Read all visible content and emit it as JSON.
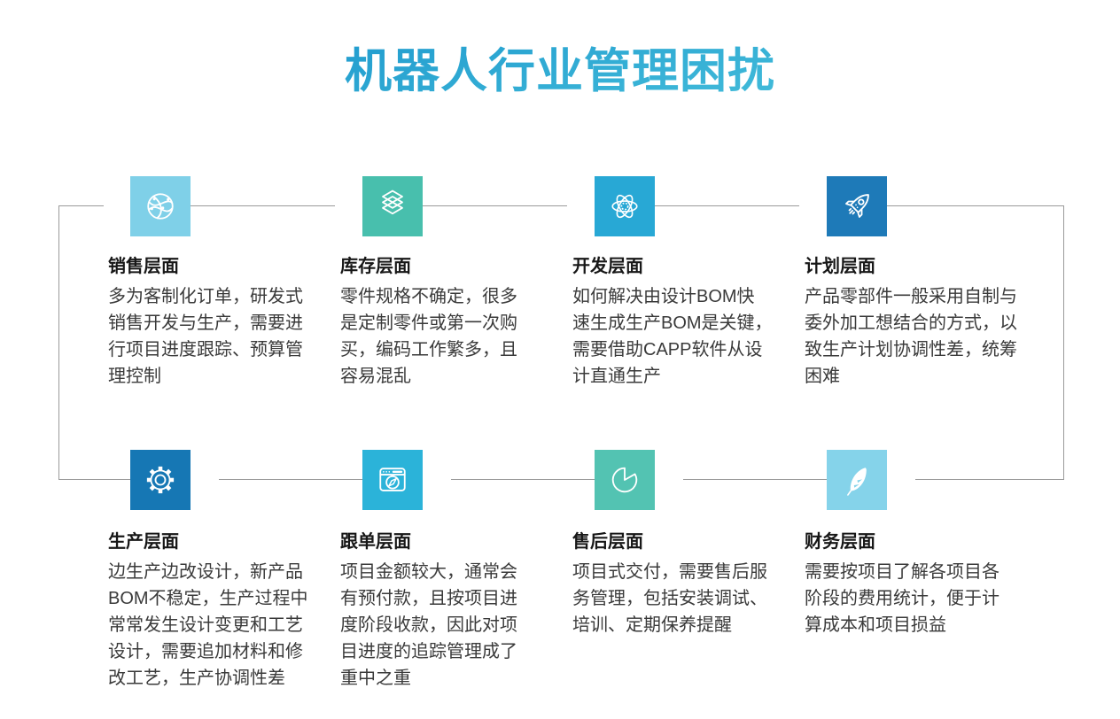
{
  "page": {
    "title": "机器人行业管理困扰",
    "background": "#ffffff",
    "connector_color": "#9a9a9a",
    "title_gradient_start": "#1792cb",
    "title_gradient_end": "#4cc5dd"
  },
  "cards": [
    {
      "heading": "销售层面",
      "icon": "network-globe-icon",
      "color": "#7FD0E8",
      "body": "多为客制化订单，研发式\n销售开发与生产，需要进\n行项目进度跟踪、预算管\n理控制"
    },
    {
      "heading": "库存层面",
      "icon": "layers-icon",
      "color": "#48BFAD",
      "body": "零件规格不确定，很多\n是定制零件或第一次购\n买，编码工作繁多，且\n容易混乱"
    },
    {
      "heading": "开发层面",
      "icon": "atom-icon",
      "color": "#28A8D5",
      "body": "如何解决由设计BOM快\n速生成生产BOM是关键，\n需要借助CAPP软件从设\n计直通生产"
    },
    {
      "heading": "计划层面",
      "icon": "rocket-icon",
      "color": "#1E7AB8",
      "body": "产品零部件一般采用自制与\n委外加工想结合的方式，以\n致生产计划协调性差，统筹\n困难"
    },
    {
      "heading": "生产层面",
      "icon": "gear-icon",
      "color": "#1677B4",
      "body": "边生产边改设计，新产品\nBOM不稳定，生产过程中\n常常发生设计变更和工艺\n设计，需要追加材料和修\n改工艺，生产协调性差"
    },
    {
      "heading": "跟单层面",
      "icon": "browser-compass-icon",
      "color": "#2BB3D9",
      "body": "项目金额较大，通常会\n有预付款，且按项目进\n度阶段收款，因此对项\n目进度的追踪管理成了\n重中之重"
    },
    {
      "heading": "售后层面",
      "icon": "pie-chart-icon",
      "color": "#53C3B2",
      "body": "项目式交付，需要售后服\n务管理，包括安装调试、\n培训、定期保养提醒"
    },
    {
      "heading": "财务层面",
      "icon": "feather-icon",
      "color": "#85D3EA",
      "body": "需要按项目了解各项目各\n阶段的费用统计，便于计\n算成本和项目损益"
    }
  ]
}
